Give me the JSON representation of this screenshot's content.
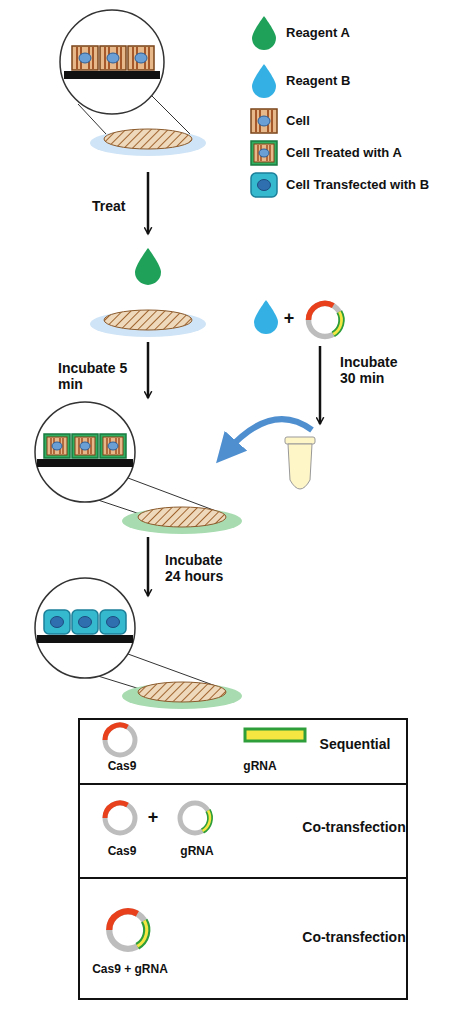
{
  "diagram": {
    "nodes": [
      {
        "text": [
          "Cas9",
          "gRNA",
          "Sequential"
        ]
      },
      {
        "text": [
          "Cas9",
          "+",
          "gRNA",
          "Co-transfection"
        ]
      },
      {
        "text": [
          "Cas9 + gRNA",
          "Co-transfection"
        ]
      }
    ],
    "edges": [],
    "labels": [
      "Treat",
      "+",
      "Incubate 5 min",
      "Incubate 30 min",
      "Incubate 24 hours"
    ],
    "legend": [
      {
        "text": "Reagent A",
        "color": "#1fa15a"
      },
      {
        "text": "Reagent B",
        "color": "#34b0e4"
      },
      {
        "text": "Cell"
      },
      {
        "text": "Cell Treated with A"
      },
      {
        "text": "Cell Transfected with B"
      }
    ]
  }
}
